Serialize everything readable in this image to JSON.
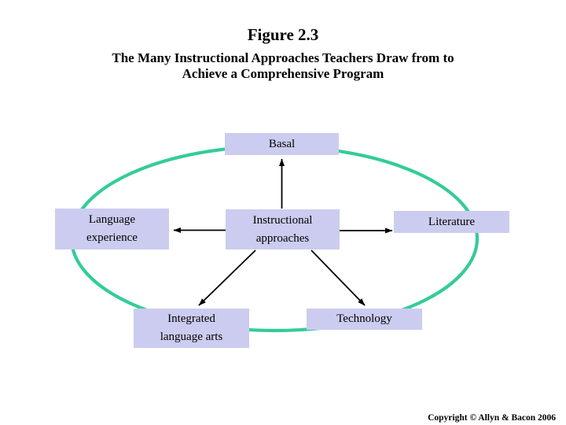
{
  "slide": {
    "title": "Figure 2.3",
    "subtitle_line1": "The Many Instructional Approaches Teachers Draw from to",
    "subtitle_line2": "Achieve a Comprehensive Program",
    "copyright": "Copyright ©  Allyn & Bacon 2006"
  },
  "diagram": {
    "type": "hub-and-spoke",
    "center": {
      "id": "instructional-approaches",
      "label": "Instructional\napproaches"
    },
    "nodes": [
      {
        "id": "basal",
        "label": "Basal"
      },
      {
        "id": "language-experience",
        "label": "Language\nexperience"
      },
      {
        "id": "literature",
        "label": "Literature"
      },
      {
        "id": "integrated-language-arts",
        "label": "Integrated\nlanguage arts"
      },
      {
        "id": "technology",
        "label": "Technology"
      }
    ],
    "connections": [
      {
        "from": "instructional-approaches",
        "to": "basal"
      },
      {
        "from": "instructional-approaches",
        "to": "language-experience"
      },
      {
        "from": "instructional-approaches",
        "to": "literature"
      },
      {
        "from": "instructional-approaches",
        "to": "integrated-language-arts"
      },
      {
        "from": "instructional-approaches",
        "to": "technology"
      }
    ]
  },
  "colors": {
    "box_fill": "#CCCCF0",
    "ellipse_stroke": "#33CC99",
    "arrow": "#000000",
    "text": "#000000"
  }
}
